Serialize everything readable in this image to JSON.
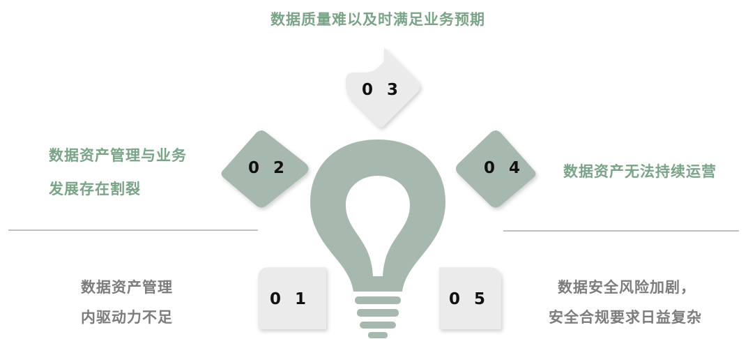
{
  "title": "数据质量难以及时满足业务预期",
  "items": [
    {
      "number": "0 1",
      "lines": [
        "数据资产管理",
        "内驱动力不足"
      ]
    },
    {
      "number": "0 2",
      "lines": [
        "数据资产管理与业务",
        "发展存在割裂"
      ]
    },
    {
      "number": "0 3",
      "lines": [
        "数据质量难以及时满足业务预期"
      ]
    },
    {
      "number": "0 4",
      "lines": [
        "数据资产无法持续运营"
      ]
    },
    {
      "number": "0 5",
      "lines": [
        "数据安全风险加剧，",
        "安全合规要求日益复杂"
      ]
    }
  ],
  "colors": {
    "bulb": "#a7b9ae",
    "green_text": "#7aa487",
    "green_shape": "#a7b9ae",
    "light_shape": "#ebebeb",
    "gray_text": "#7c7c7c"
  }
}
